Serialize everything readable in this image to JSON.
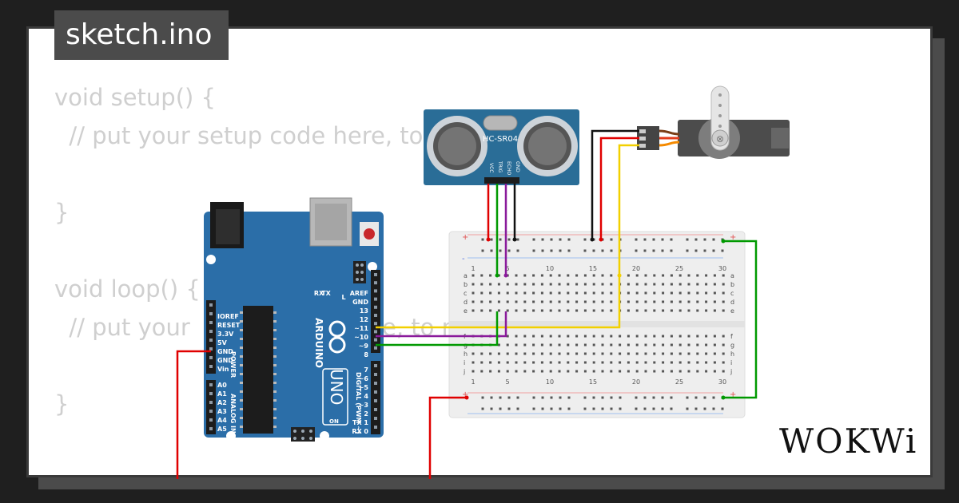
{
  "file_tab": {
    "label": "sketch.ino"
  },
  "code_lines": [
    "void setup() {",
    "  // put your setup code here, to",
    "",
    "}",
    "",
    "void loop() {",
    "  // put your",
    "",
    "}"
  ],
  "code_fragment": "e, to r",
  "sensor": {
    "name": "HC-SR04",
    "pins": [
      "VCC",
      "TRIG",
      "ECHO",
      "GND"
    ]
  },
  "arduino": {
    "brand": "ARDUINO",
    "model": "UNO",
    "power_label": "POWER",
    "analog_label": "ANALOG IN",
    "digital_label": "DIGITAL (PWM ~)",
    "on_label": "ON",
    "power_pins": [
      "IOREF",
      "RESET",
      "3.3V",
      "5V",
      "GND",
      "GND",
      "Vin"
    ],
    "analog_pins": [
      "A0",
      "A1",
      "A2",
      "A3",
      "A4",
      "A5"
    ],
    "digital_top": [
      "AREF",
      "GND",
      "13",
      "12",
      "~11",
      "~10",
      "~9",
      "8"
    ],
    "digital_bottom": [
      "7",
      "~6",
      "~5",
      "4",
      "~3",
      "2",
      "TX 1",
      "RX 0"
    ],
    "tx_label": "TX",
    "rx_label": "RX",
    "l_label": "L"
  },
  "breadboard": {
    "columns": [
      "1",
      "5",
      "10",
      "15",
      "20",
      "25",
      "30"
    ],
    "rows_top": [
      "a",
      "b",
      "c",
      "d",
      "e"
    ],
    "rows_bottom": [
      "f",
      "g",
      "h",
      "i",
      "j"
    ],
    "plus": "+",
    "minus": "-"
  },
  "brand_logo": "WOKWi",
  "colors": {
    "background": "#1f1f1f",
    "card": "#ffffff",
    "tab": "#4b4b4b",
    "code_text": "#cfcfcf",
    "board": "#2b6ea8",
    "sensor": "#2a6d97",
    "wire_red": "#e00000",
    "wire_black": "#111111",
    "wire_green": "#009900",
    "wire_purple": "#8a1a9b",
    "wire_yellow": "#f2d000"
  }
}
